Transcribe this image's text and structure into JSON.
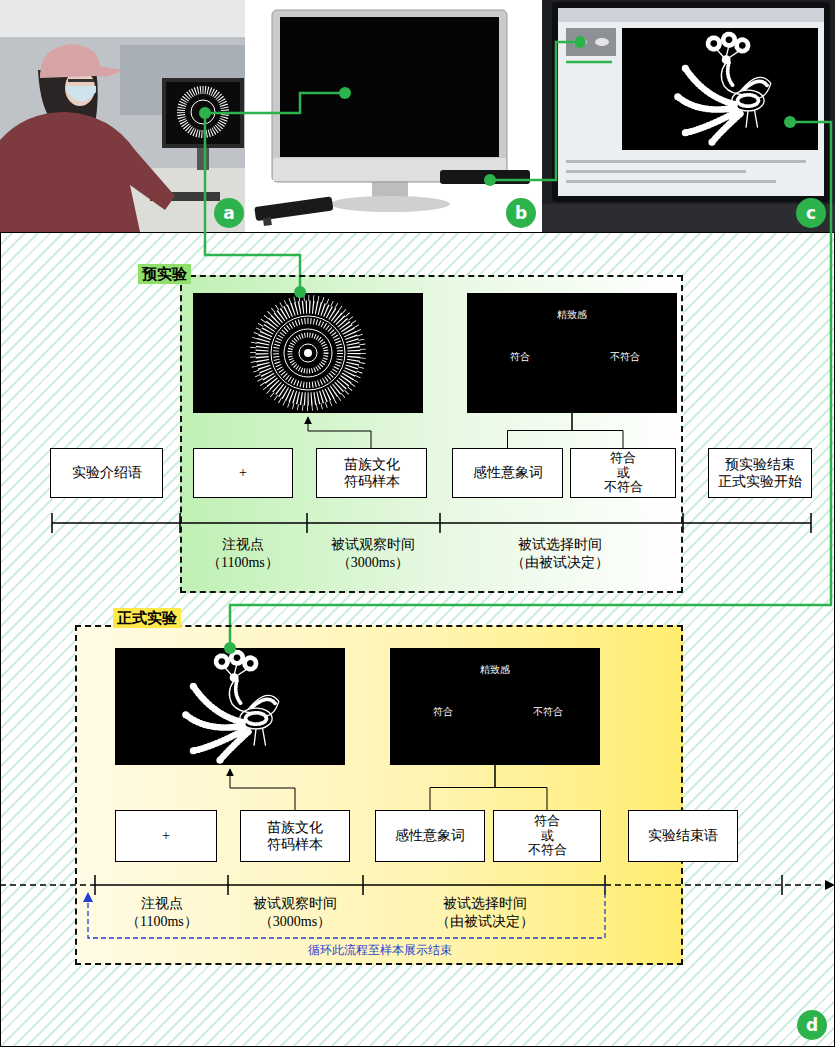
{
  "diagram": {
    "nodes": [
      {
        "text": [
          "a"
        ]
      },
      {
        "text": [
          "b"
        ]
      },
      {
        "text": [
          "c"
        ]
      },
      {
        "text": [
          "预实验"
        ]
      },
      {
        "text": [
          "精致感",
          "符合",
          "不符合"
        ],
        "in": 3
      },
      {
        "text": [
          "实验介绍语"
        ]
      },
      {
        "text": [
          "+"
        ],
        "in": 3
      },
      {
        "text": [
          "苗族文化符码样本"
        ],
        "in": 3
      },
      {
        "text": [
          "感性意象词"
        ],
        "in": 3
      },
      {
        "text": [
          "符合 或 不符合"
        ],
        "in": 3
      },
      {
        "text": [
          "预实验结束 正式实验开始"
        ]
      },
      {
        "text": [
          "正式实验"
        ]
      },
      {
        "text": [
          "精致感",
          "符合",
          "不符合"
        ],
        "in": 11
      },
      {
        "text": [
          "+"
        ],
        "in": 11
      },
      {
        "text": [
          "苗族文化符码样本"
        ],
        "in": 11
      },
      {
        "text": [
          "感性意象词"
        ],
        "in": 11
      },
      {
        "text": [
          "符合 或 不符合"
        ],
        "in": 11
      },
      {
        "text": [
          "实验结束语"
        ]
      },
      {
        "text": [
          "d"
        ]
      }
    ],
    "edges": [
      {
        "from": 8,
        "to": 4,
        "arrow": "none"
      },
      {
        "from": 9,
        "to": 4,
        "arrow": "none"
      },
      {
        "from": 15,
        "to": 12,
        "arrow": "none"
      },
      {
        "from": 16,
        "to": 12,
        "arrow": "none"
      }
    ],
    "labels": [
      "注视点 （1100ms）",
      "被试观察时间 （3000ms）",
      "被试选择时间 （由被试决定）",
      "注视点 （1100ms）",
      "被试观察时间 （3000ms）",
      "被试选择时间 （由被试决定）",
      "循环此流程至样本展示结束"
    ]
  }
}
